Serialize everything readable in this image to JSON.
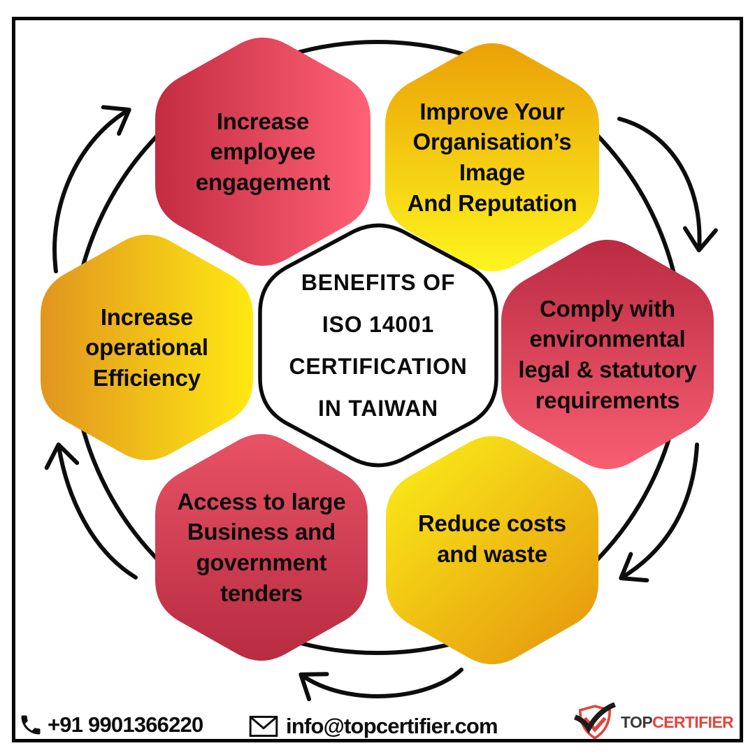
{
  "center": {
    "title": "BENEFITS OF\nISO 14001\nCERTIFICATION\nIN TAIWAN"
  },
  "hexagons": [
    {
      "name": "increase-employee-engagement",
      "label": "Increase\nemployee\nengagement",
      "gradient": {
        "from": "#c32c41",
        "to": "#ff6176"
      }
    },
    {
      "name": "improve-organisation-image",
      "label": "Improve Your\nOrganisation’s\nImage\nAnd Reputation",
      "gradient": {
        "from": "#eba106",
        "to": "#fdf41e"
      }
    },
    {
      "name": "comply-environmental-requirements",
      "label": "Comply with\nenvironmental\nlegal & statutory\nrequirements",
      "gradient": {
        "from": "#ba2b41",
        "to": "#f85e72"
      }
    },
    {
      "name": "reduce-costs-and-waste",
      "label": "Reduce costs\nand waste",
      "gradient": {
        "from": "#fbf01a",
        "to": "#e6990d"
      }
    },
    {
      "name": "access-to-tenders",
      "label": "Access to large\nBusiness and\ngovernment\ntenders",
      "gradient": {
        "from": "#e85365",
        "to": "#b82b41"
      }
    },
    {
      "name": "increase-operational-efficiency",
      "label": "Increase\noperational\nEfficiency",
      "gradient": {
        "from": "#e1951f",
        "to": "#ffe912"
      }
    }
  ],
  "flow": {
    "arrow_color": "#0d0d0d"
  },
  "footer": {
    "phone": "+91 9901366220",
    "email": "info@topcertifier.com",
    "logo": {
      "text_top": "TOP",
      "text_certifier": "CERTIFIER",
      "shield_color": "#e2453c",
      "text_dark": "#3b3b3b",
      "text_red": "#e2453c"
    }
  }
}
